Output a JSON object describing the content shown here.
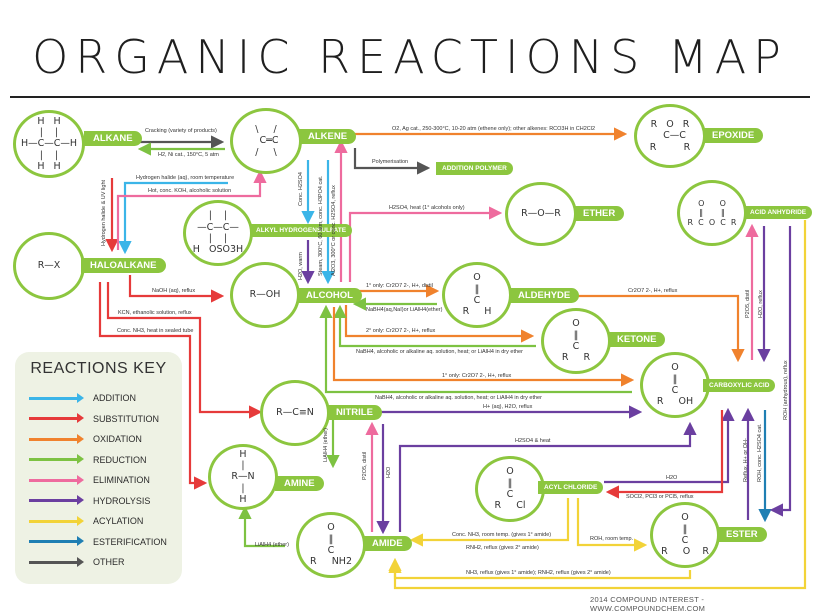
{
  "title": "ORGANIC REACTIONS MAP",
  "footer": "2014 COMPOUND INTEREST - WWW.COMPOUNDCHEM.COM",
  "colors": {
    "addition": "#3bb5e8",
    "substitution": "#e63a3a",
    "oxidation": "#f0822d",
    "reduction": "#7dc242",
    "elimination": "#ee6b9e",
    "hydrolysis": "#6b3fa0",
    "acylation": "#f2d338",
    "esterification": "#1f7fb3",
    "other": "#555555",
    "node": "#8cc63f"
  },
  "nodes": {
    "alkane": {
      "label": "ALKANE",
      "struct": "H   H\n|    |\nH—C—C—H\n|    |\nH   H"
    },
    "alkene": {
      "label": "ALKENE",
      "struct": "\\     /\n  C═C\n/     \\"
    },
    "epoxide": {
      "label": "EPOXIDE",
      "struct": "R   O   R\n   C—C\nR         R"
    },
    "addition_polymer": {
      "label": "ADDITION POLYMER"
    },
    "alkyl_hydrogensulfate": {
      "label": "ALKYL HYDROGENSULFATE",
      "struct": "|    |\n—C—C—\n|    |\nH   OSO3H"
    },
    "ether": {
      "label": "ETHER",
      "struct": "R—O—R"
    },
    "acid_anhydride": {
      "label": "ACID ANHYDRIDE",
      "struct": "O      O\n‖       ‖\nR  C  O  C  R"
    },
    "haloalkane": {
      "label": "HALOALKANE",
      "struct": "R—X"
    },
    "alcohol": {
      "label": "ALCOHOL",
      "struct": "R—OH"
    },
    "aldehyde": {
      "label": "ALDEHYDE",
      "struct": "O\n‖\nC\nR     H"
    },
    "ketone": {
      "label": "KETONE",
      "struct": "O\n‖\nC\nR     R"
    },
    "carboxylic_acid": {
      "label": "CARBOXYLIC ACID",
      "struct": "O\n‖\nC\nR     OH"
    },
    "nitrile": {
      "label": "NITRILE",
      "struct": "R—C≡N"
    },
    "amine": {
      "label": "AMINE",
      "struct": "H\n|\nR—N\n|\nH"
    },
    "acyl_chloride": {
      "label": "ACYL CHLORIDE",
      "struct": "O\n‖\nC\nR     Cl"
    },
    "amide": {
      "label": "AMIDE",
      "struct": "O\n‖\nC\nR     NH2"
    },
    "ester": {
      "label": "ESTER",
      "struct": "O\n‖\nC\nR     O    R"
    }
  },
  "conditions": {
    "c1": "Cracking (variety of products)",
    "c2": "H2, Ni cat., 150°C, 5 atm",
    "c3": "O2, Ag cat., 250-300°C, 10-20 atm (ethene only); other alkenes: RCO3H in CH2Cl2",
    "c4": "Polymerisation",
    "c5": "Hydrogen halide (aq), room temperature",
    "c6": "Hot, conc. KOH, alcoholic solution",
    "c7": "Hydrogen halide & UV light",
    "c8": "Conc. H2SO4",
    "c9": "Steam, 300°C, 60 atm, conc. H3PO4 cat.",
    "c10": "Al2O3, 300°C or conc. H2SO4, reflux",
    "c11": "H2O, warm",
    "c12": "H2SO4, heat (1° alcohols only)",
    "c13": "NaOH (aq), reflux",
    "c14": "KCN, ethanolic solution, reflux",
    "c15": "Conc. NH3, heat in sealed tube",
    "c16": "1° only: Cr2O7 2-, H+, distil",
    "c17": "NaBH4(aq,NaI)or LiAlH4(ether)",
    "c18": "2° only: Cr2O7 2-, H+, reflux",
    "c19": "NaBH4, alcoholic or alkaline aq. solution, heat; or LiAlH4 in dry ether",
    "c20": "1° only: Cr2O7 2-, H+, reflux",
    "c21": "NaBH4, alcoholic or alkaline aq. solution, heat; or LiAlH4 in dry ether",
    "c22": "Cr2O7 2-, H+, reflux",
    "c23": "H+ (aq), H2O, reflux",
    "c24": "LiAlH4 (ether)",
    "c25": "P2O5, distil",
    "c26": "H2O",
    "c27": "H2SO4 & heat",
    "c28": "H2O",
    "c29": "SOCl2, PCl3 or PCl5, reflux",
    "c30": "Conc. NH3, room temp. (gives 1° amide)",
    "c31": "RNH2, reflux (gives 2° amide)",
    "c32": "ROH, room temp.",
    "c33": "NH3, reflux (gives 1° amide); RNH2, reflux (gives 2° amide)",
    "c34": "LiAlH4 (ether)",
    "c35": "P2O5, distil",
    "c36": "H2O, reflux",
    "c37": "Reflux, H+ or OH-",
    "c38": "ROH, conc. H2SO4 cat.",
    "c39": "ROH (anhydrous), reflux"
  },
  "key": {
    "title": "REACTIONS KEY",
    "items": [
      {
        "label": "ADDITION",
        "color": "#3bb5e8"
      },
      {
        "label": "SUBSTITUTION",
        "color": "#e63a3a"
      },
      {
        "label": "OXIDATION",
        "color": "#f0822d"
      },
      {
        "label": "REDUCTION",
        "color": "#7dc242"
      },
      {
        "label": "ELIMINATION",
        "color": "#ee6b9e"
      },
      {
        "label": "HYDROLYSIS",
        "color": "#6b3fa0"
      },
      {
        "label": "ACYLATION",
        "color": "#f2d338"
      },
      {
        "label": "ESTERIFICATION",
        "color": "#1f7fb3"
      },
      {
        "label": "OTHER",
        "color": "#555555"
      }
    ]
  }
}
